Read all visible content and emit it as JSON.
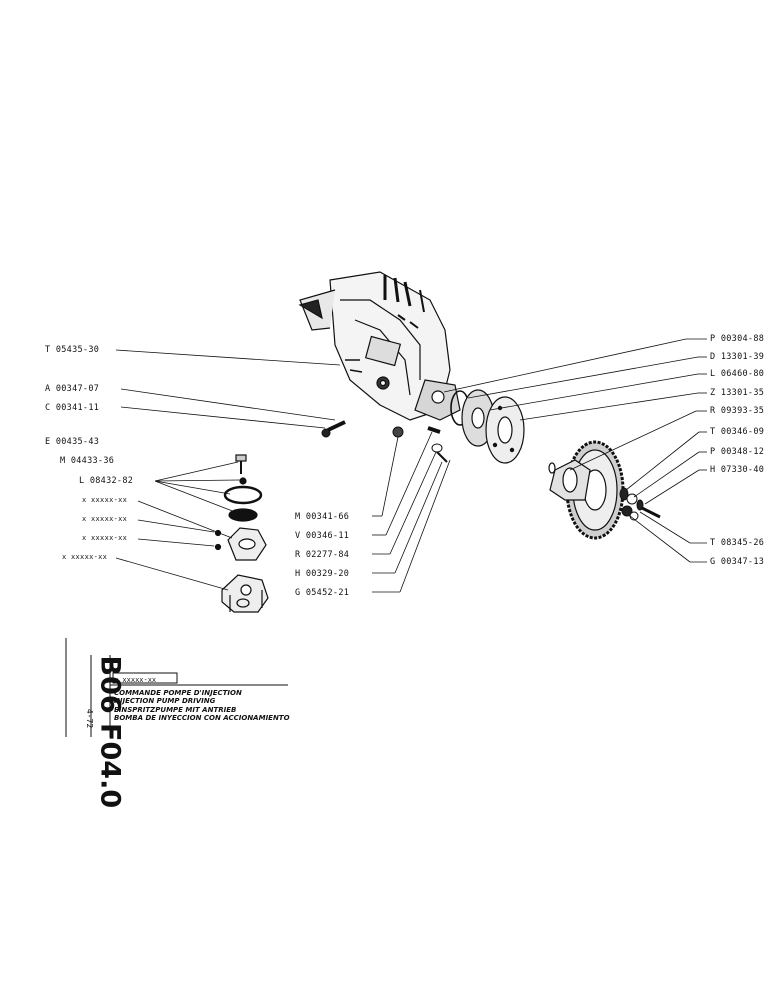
{
  "document": {
    "code": "B06 F04.0",
    "date": "4-72",
    "ref": "x xxxxx-xx",
    "titles": [
      "COMMANDE POMPE D'INJECTION",
      "INJECTION PUMP DRIVING",
      "EINSPRITZPUMPE MIT ANTRIEB",
      "BOMBA DE INYECCION CON ACCIONAMIENTO"
    ]
  },
  "labels_left": [
    "T 05435-30",
    "A 00347-07",
    "C 00341-11",
    "E 00435-43",
    "M 04433-36",
    "L 08432-82",
    "x xxxxx-xx",
    "x xxxxx-xx",
    "x xxxxx-xx",
    "x xxxxx-xx"
  ],
  "labels_center": [
    "M 00341-66",
    "V 00346-11",
    "R 02277-84",
    "H 00329-20",
    "G 05452-21"
  ],
  "labels_right": [
    "P 00304-88",
    "D 13301-39",
    "L 06460-80",
    "Z 13301-35",
    "R 09393-35",
    "T 00346-09",
    "P 00348-12",
    "H 07330-40",
    "T 08345-26",
    "G 00347-13"
  ]
}
